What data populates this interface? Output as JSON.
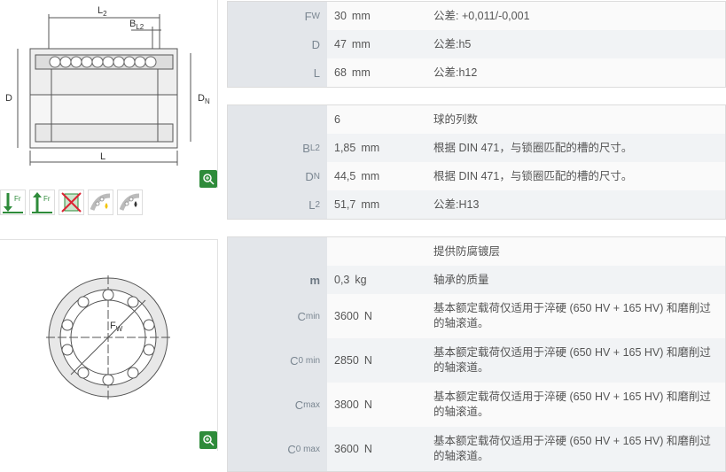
{
  "drawings": {
    "section_labels": {
      "l2": "L",
      "l2_sub": "2",
      "bl2": "B",
      "bl2_sub": "L2",
      "d": "D",
      "dn": "D",
      "dn_sub": "N",
      "l": "L"
    },
    "cross_labels": {
      "fw": "F",
      "fw_sub": "W"
    },
    "zoom_icon": "magnifier-plus-icon",
    "icons": [
      "radial-load-icon-1",
      "radial-load-icon-2",
      "no-tilt-icon",
      "lubrication-oil-icon",
      "lubrication-grease-icon"
    ]
  },
  "table1": [
    {
      "sym": "F",
      "sub": "W",
      "value": "30",
      "unit": "mm",
      "note": "公差: +0,011/-0,001"
    },
    {
      "sym": "D",
      "sub": "",
      "value": "47",
      "unit": "mm",
      "note": "公差:h5"
    },
    {
      "sym": "L",
      "sub": "",
      "value": "68",
      "unit": "mm",
      "note": "公差:h12"
    }
  ],
  "table2": [
    {
      "sym": "",
      "sub": "",
      "value": "6",
      "unit": "",
      "note": "球的列数"
    },
    {
      "sym": "B",
      "sub": "L2",
      "value": "1,85",
      "unit": "mm",
      "note": "根据 DIN 471，与锁圈匹配的槽的尺寸。"
    },
    {
      "sym": "D",
      "sub": "N",
      "value": "44,5",
      "unit": "mm",
      "note": "根据 DIN 471，与锁圈匹配的槽的尺寸。"
    },
    {
      "sym": "L",
      "sub": "2",
      "value": "51,7",
      "unit": "mm",
      "note": "公差:H13"
    }
  ],
  "table3": [
    {
      "sym": "",
      "sub": "",
      "value": "",
      "unit": "",
      "note": "提供防腐镀层"
    },
    {
      "sym": "m",
      "sub": "",
      "value": "0,3",
      "unit": "kg",
      "note": "轴承的质量"
    },
    {
      "sym": "C",
      "sub": "min",
      "value": "3600",
      "unit": "N",
      "note": "基本额定载荷仅适用于淬硬 (650 HV + 165 HV) 和磨削过的轴滚道。"
    },
    {
      "sym": "C",
      "sub": "0 min",
      "value": "2850",
      "unit": "N",
      "note": "基本额定载荷仅适用于淬硬 (650 HV + 165 HV) 和磨削过的轴滚道。"
    },
    {
      "sym": "C",
      "sub": "max",
      "value": "3800",
      "unit": "N",
      "note": "基本额定载荷仅适用于淬硬 (650 HV + 165 HV) 和磨削过的轴滚道。"
    },
    {
      "sym": "C",
      "sub": "0 max",
      "value": "3600",
      "unit": "N",
      "note": "基本额定载荷仅适用于淬硬 (650 HV + 165 HV) 和磨削过的轴滚道。"
    }
  ]
}
